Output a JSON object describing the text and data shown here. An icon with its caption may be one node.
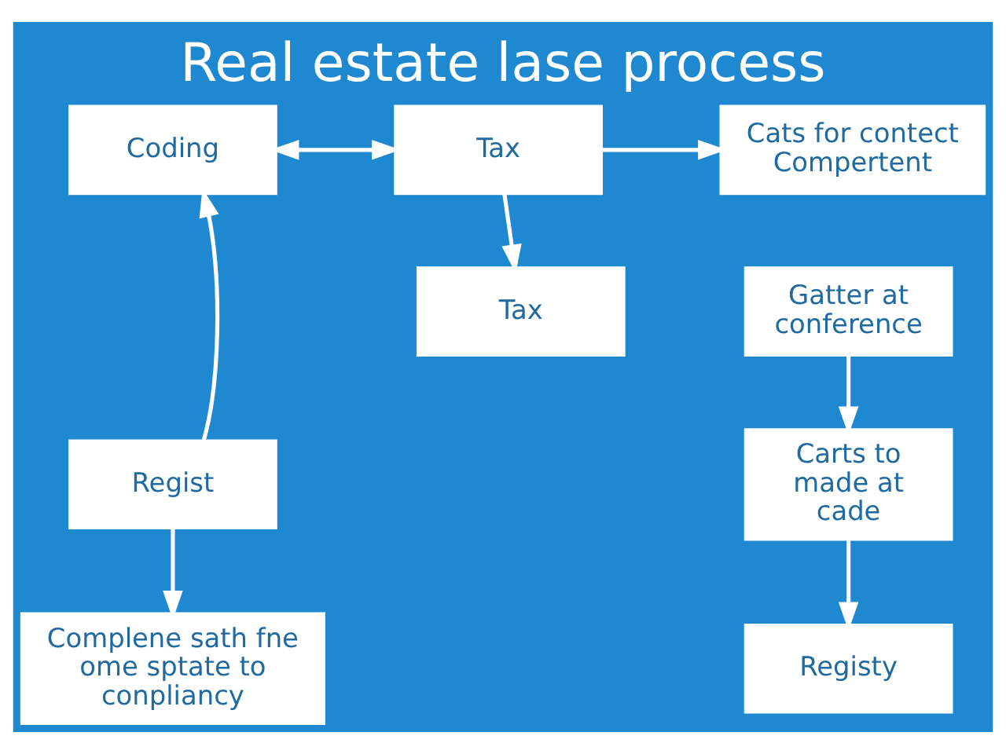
{
  "diagram": {
    "title": "Real estate lase process",
    "nodes": [
      {
        "text": [
          "Coding"
        ]
      },
      {
        "text": [
          "Tax"
        ]
      },
      {
        "text": [
          "Cats for contect Compertent"
        ]
      },
      {
        "text": [
          "Tax"
        ]
      },
      {
        "text": [
          "Gatter at conference"
        ]
      },
      {
        "text": [
          "Regist"
        ]
      },
      {
        "text": [
          "Carts to made at cade"
        ]
      },
      {
        "text": [
          "Complene sath fne ome sptate to conpliancy"
        ]
      },
      {
        "text": [
          "Registy"
        ]
      }
    ],
    "edges": [
      {
        "from": 0,
        "to": 1,
        "arrow": "both"
      },
      {
        "from": 1,
        "to": 2,
        "arrow": "to"
      },
      {
        "from": 1,
        "to": 3,
        "arrow": "to"
      },
      {
        "from": 5,
        "to": 0,
        "arrow": "to"
      },
      {
        "from": 4,
        "to": 6,
        "arrow": "to"
      },
      {
        "from": 5,
        "to": 7,
        "arrow": "to"
      },
      {
        "from": 6,
        "to": 8,
        "arrow": "to"
      }
    ]
  }
}
